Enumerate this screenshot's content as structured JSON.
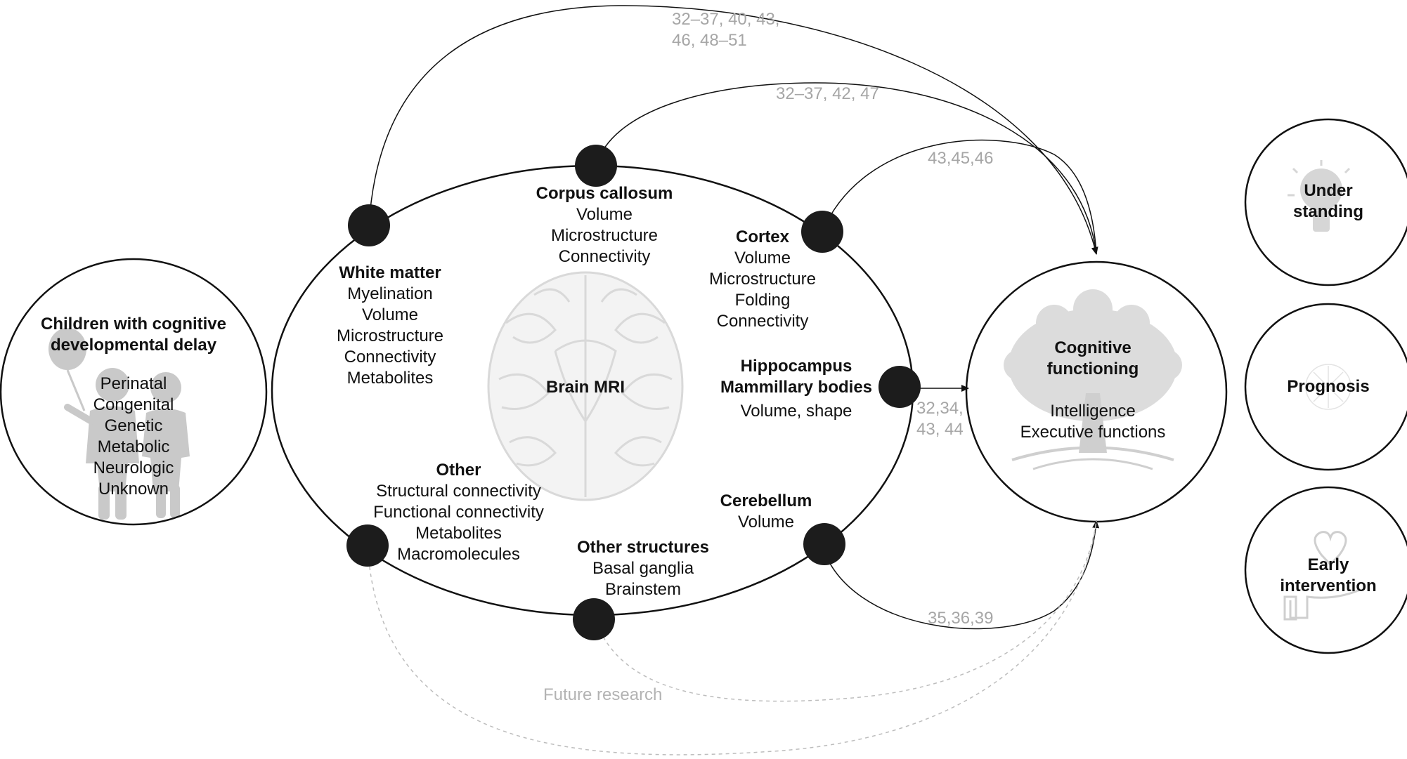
{
  "left_circle": {
    "title": [
      "Children with cognitive",
      "developmental delay"
    ],
    "items": [
      "Perinatal",
      "Congenital",
      "Genetic",
      "Metabolic",
      "Neurologic",
      "Unknown"
    ]
  },
  "center": {
    "label": "Brain MRI",
    "nodes": {
      "white_matter": {
        "title": "White matter",
        "items": [
          "Myelination",
          "Volume",
          "Microstructure",
          "Connectivity",
          "Metabolites"
        ]
      },
      "corpus_callosum": {
        "title": "Corpus callosum",
        "items": [
          "Volume",
          "Microstructure",
          "Connectivity"
        ]
      },
      "cortex": {
        "title": "Cortex",
        "items": [
          "Volume",
          "Microstructure",
          "Folding",
          "Connectivity"
        ]
      },
      "hippocampus": {
        "title": [
          "Hippocampus",
          "Mammillary bodies"
        ],
        "items": [
          "Volume, shape"
        ]
      },
      "cerebellum": {
        "title": "Cerebellum",
        "items": [
          "Volume"
        ]
      },
      "other_structures": {
        "title": "Other structures",
        "items": [
          "Basal ganglia",
          "Brainstem"
        ]
      },
      "other": {
        "title": "Other",
        "items": [
          "Structural connectivity",
          "Functional connectivity",
          "Metabolites",
          "Macromolecules"
        ]
      }
    }
  },
  "references": {
    "white_matter": [
      "32–37, 40, 43,",
      "46, 48–51"
    ],
    "corpus_callosum": "32–37, 42, 47",
    "cortex": "43,45,46",
    "hippocampus": [
      "32,34,",
      "43, 44"
    ],
    "cerebellum": "35,36,39",
    "future": "Future research"
  },
  "outcome": {
    "title": [
      "Cognitive",
      "functioning"
    ],
    "items": [
      "Intelligence",
      "Executive functions"
    ]
  },
  "benefits": [
    {
      "label": [
        "Under",
        "standing"
      ],
      "icon": "lightbulb-icon"
    },
    {
      "label": [
        "Prognosis"
      ],
      "icon": "sunburst-icon"
    },
    {
      "label": [
        "Early",
        "intervention"
      ],
      "icon": "hand-heart-icon"
    }
  ]
}
